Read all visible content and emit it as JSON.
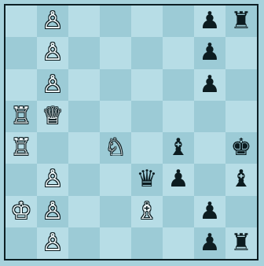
{
  "board": {
    "rows": [
      [
        "",
        "wP",
        "",
        "",
        "",
        "",
        "bP",
        "bR"
      ],
      [
        "",
        "wP",
        "",
        "",
        "",
        "",
        "bP",
        ""
      ],
      [
        "",
        "wP",
        "",
        "",
        "",
        "",
        "bP",
        ""
      ],
      [
        "wR",
        "wQ",
        "",
        "",
        "",
        "",
        "",
        ""
      ],
      [
        "wR",
        "",
        "",
        "wN",
        "",
        "bB",
        "",
        "bK"
      ],
      [
        "",
        "wP",
        "",
        "",
        "bQ",
        "bP",
        "",
        "bB"
      ],
      [
        "wK",
        "wP",
        "",
        "",
        "wB",
        "",
        "bP",
        ""
      ],
      [
        "",
        "wP",
        "",
        "",
        "",
        "",
        "bP",
        "bR"
      ]
    ]
  },
  "glyphs": {
    "wK": "♔",
    "wQ": "♕",
    "wR": "♖",
    "wB": "♗",
    "wN": "♘",
    "wP": "♙",
    "bK": "♚",
    "bQ": "♛",
    "bR": "♜",
    "bB": "♝",
    "bN": "♞",
    "bP": "♟"
  },
  "colors": {
    "light_square": "#b7dde6",
    "dark_square": "#9ccbd6",
    "white_piece": "#f2fbfd",
    "black_piece": "#0c1c20"
  }
}
